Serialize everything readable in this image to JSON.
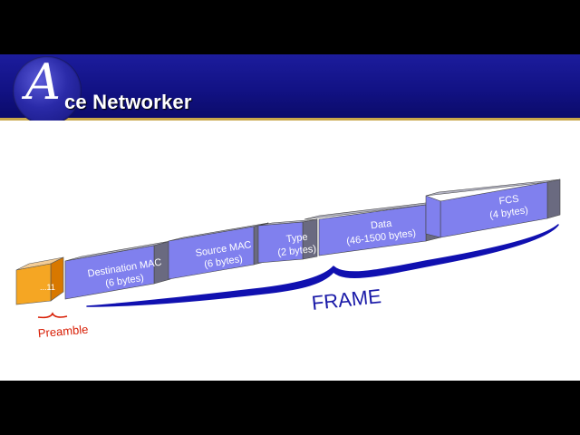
{
  "header": {
    "logo_letter": "A",
    "logo_text": "ce Networker"
  },
  "preamble": {
    "box_text": "...11",
    "label": "Preamble"
  },
  "fields": [
    {
      "name": "Destination MAC",
      "size": "(6 bytes)"
    },
    {
      "name": "Source MAC",
      "size": "(6 bytes)"
    },
    {
      "name": "Type",
      "size": "(2 bytes)"
    },
    {
      "name": "Data",
      "size": "(46-1500 bytes)"
    },
    {
      "name": "FCS",
      "size": "(4 bytes)"
    }
  ],
  "frame_label": "FRAME",
  "colors": {
    "header_bg": "#14148a",
    "field_front": "#8080ee",
    "field_top": "#b4b4c4",
    "field_side": "#6a6a80",
    "preamble_front": "#f5a623",
    "brace": "#1010b0",
    "preamble_label": "#d81e05"
  }
}
